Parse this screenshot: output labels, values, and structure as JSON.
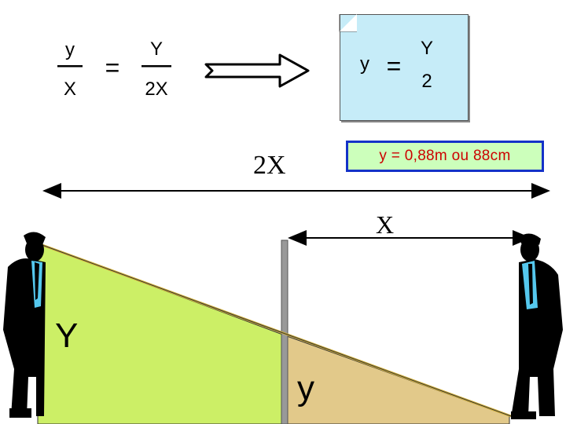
{
  "equation_left": {
    "lhs_numerator": "y",
    "lhs_denominator": "X",
    "equals": "=",
    "rhs_numerator": "Y",
    "rhs_denominator": "2X"
  },
  "equation_right": {
    "lhs": "y",
    "equals": "=",
    "numerator": "Y",
    "denominator": "2"
  },
  "result": "y = 0,88m ou 88cm",
  "labels": {
    "long_distance": "2X",
    "short_distance": "X",
    "big_height": "Y",
    "small_height": "y"
  },
  "colors": {
    "big_triangle": "#ccef66",
    "small_triangle": "#e2c98a",
    "card": "#c6ecf8",
    "result_text": "#cc0000",
    "result_border": "#1432c8",
    "result_fill": "#ccffbb",
    "person_shirt": "#55c8ee"
  }
}
